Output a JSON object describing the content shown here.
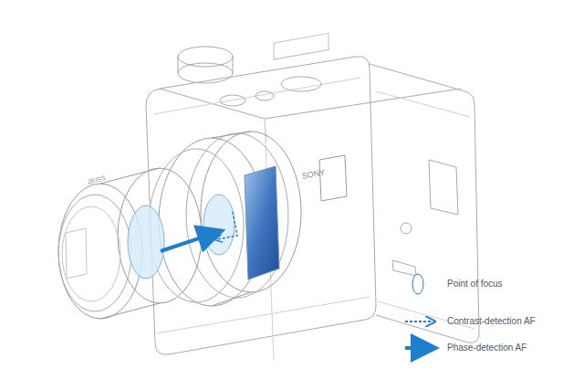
{
  "diagram": {
    "labels": [
      "ZEISS",
      "SONY"
    ],
    "legend": [
      {
        "text": "Point of focus"
      },
      {
        "text": "Contrast-detection AF"
      },
      {
        "text": "Phase-detection AF"
      }
    ]
  }
}
